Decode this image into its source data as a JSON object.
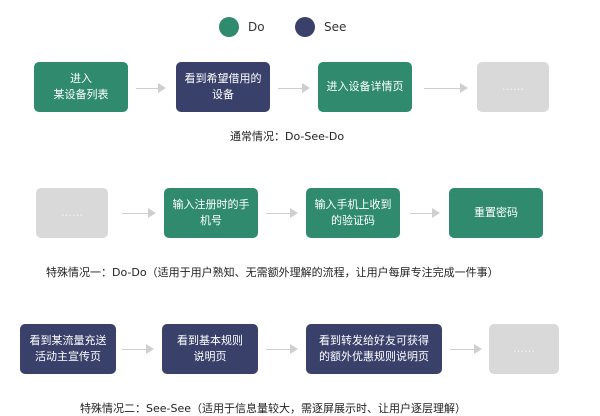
{
  "colors": {
    "do": "#2f8a6e",
    "see": "#39406a",
    "placeholder": "#d9d9d9",
    "arrow": "#cfcfcf"
  },
  "legend": {
    "do_label": "Do",
    "see_label": "See"
  },
  "row1": {
    "steps": [
      "进入\n某设备列表",
      "看到希望借用的\n设备",
      "进入设备详情页",
      "……"
    ],
    "types": [
      "do",
      "see",
      "do",
      "placeholder"
    ],
    "caption": "通常情况：Do-See-Do"
  },
  "row2": {
    "steps": [
      "……",
      "输入注册时的手\n机号",
      "输入手机上收到\n的验证码",
      "重置密码"
    ],
    "types": [
      "placeholder",
      "do",
      "do",
      "do"
    ],
    "caption": "特殊情况一：Do-Do（适用于用户熟知、无需额外理解的流程，让用户每屏专注完成一件事）"
  },
  "row3": {
    "steps": [
      "看到某流量充送\n活动主宣传页",
      "看到基本规则\n说明页",
      "看到转发给好友可获得\n的额外优惠规则说明页",
      "……"
    ],
    "types": [
      "see",
      "see",
      "see",
      "placeholder"
    ],
    "caption": "特殊情况二：See-See（适用于信息量较大，需逐屏展示时、让用户逐层理解）"
  }
}
